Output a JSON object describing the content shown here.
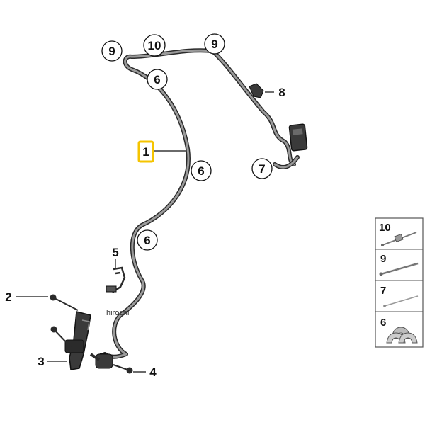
{
  "callouts": {
    "c9_top_left": "9",
    "c10_top": "10",
    "c9_top_right": "9",
    "c6_upper": "6",
    "c8": "8",
    "c1": "1",
    "c6_mid": "6",
    "c7": "7",
    "c6_low": "6",
    "c5": "5",
    "c2": "2",
    "c3": "3",
    "c4": "4"
  },
  "watermark": "hirochi",
  "legend": {
    "items": [
      {
        "num": "10",
        "icon": "cable-tie-with-clip-icon"
      },
      {
        "num": "9",
        "icon": "cable-tie-icon"
      },
      {
        "num": "7",
        "icon": "cable-strap-icon"
      },
      {
        "num": "6",
        "icon": "grommet-clips-icon"
      }
    ]
  },
  "colors": {
    "highlight": "#f5c400",
    "line": "#555555",
    "part_dark": "#2b2b2b",
    "part_grey": "#8a8a8a"
  }
}
